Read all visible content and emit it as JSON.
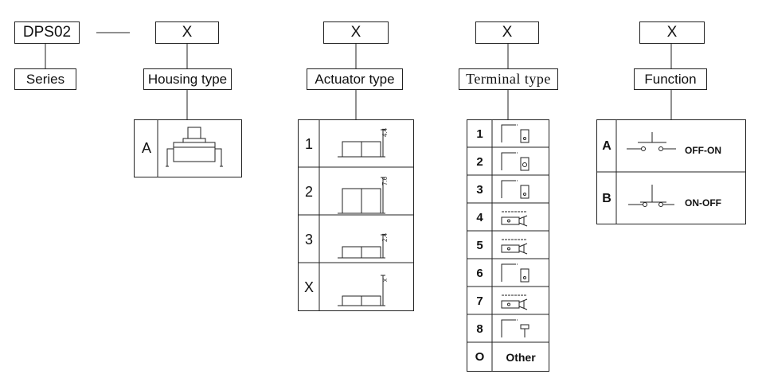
{
  "series": {
    "code": "DPS02",
    "label": "Series"
  },
  "housing": {
    "code": "X",
    "label": "Housing type",
    "options": [
      {
        "key": "A"
      }
    ]
  },
  "actuator": {
    "code": "X",
    "label": "Actuator type",
    "options": [
      {
        "key": "1",
        "dim": "4.4"
      },
      {
        "key": "2",
        "dim": "7.6"
      },
      {
        "key": "3",
        "dim": "2.4"
      },
      {
        "key": "X",
        "dim": "x"
      }
    ]
  },
  "terminal": {
    "code": "X",
    "label": "Terminal type",
    "options": [
      {
        "key": "1",
        "icon": "right-angle-terminal-icon"
      },
      {
        "key": "2",
        "icon": "right-angle-terminal-icon"
      },
      {
        "key": "3",
        "icon": "right-angle-terminal-icon"
      },
      {
        "key": "4",
        "icon": "solder-lug-terminal-icon"
      },
      {
        "key": "5",
        "icon": "solder-lug-terminal-icon"
      },
      {
        "key": "6",
        "icon": "right-angle-terminal-icon"
      },
      {
        "key": "7",
        "icon": "solder-lug-terminal-icon"
      },
      {
        "key": "8",
        "icon": "t-pin-terminal-icon"
      },
      {
        "key": "O",
        "text": "Other"
      }
    ]
  },
  "function": {
    "code": "X",
    "label": "Function",
    "options": [
      {
        "key": "A",
        "text": "OFF-ON",
        "icon": "normally-open-switch-icon"
      },
      {
        "key": "B",
        "text": "ON-OFF",
        "icon": "normally-closed-switch-icon"
      }
    ]
  }
}
